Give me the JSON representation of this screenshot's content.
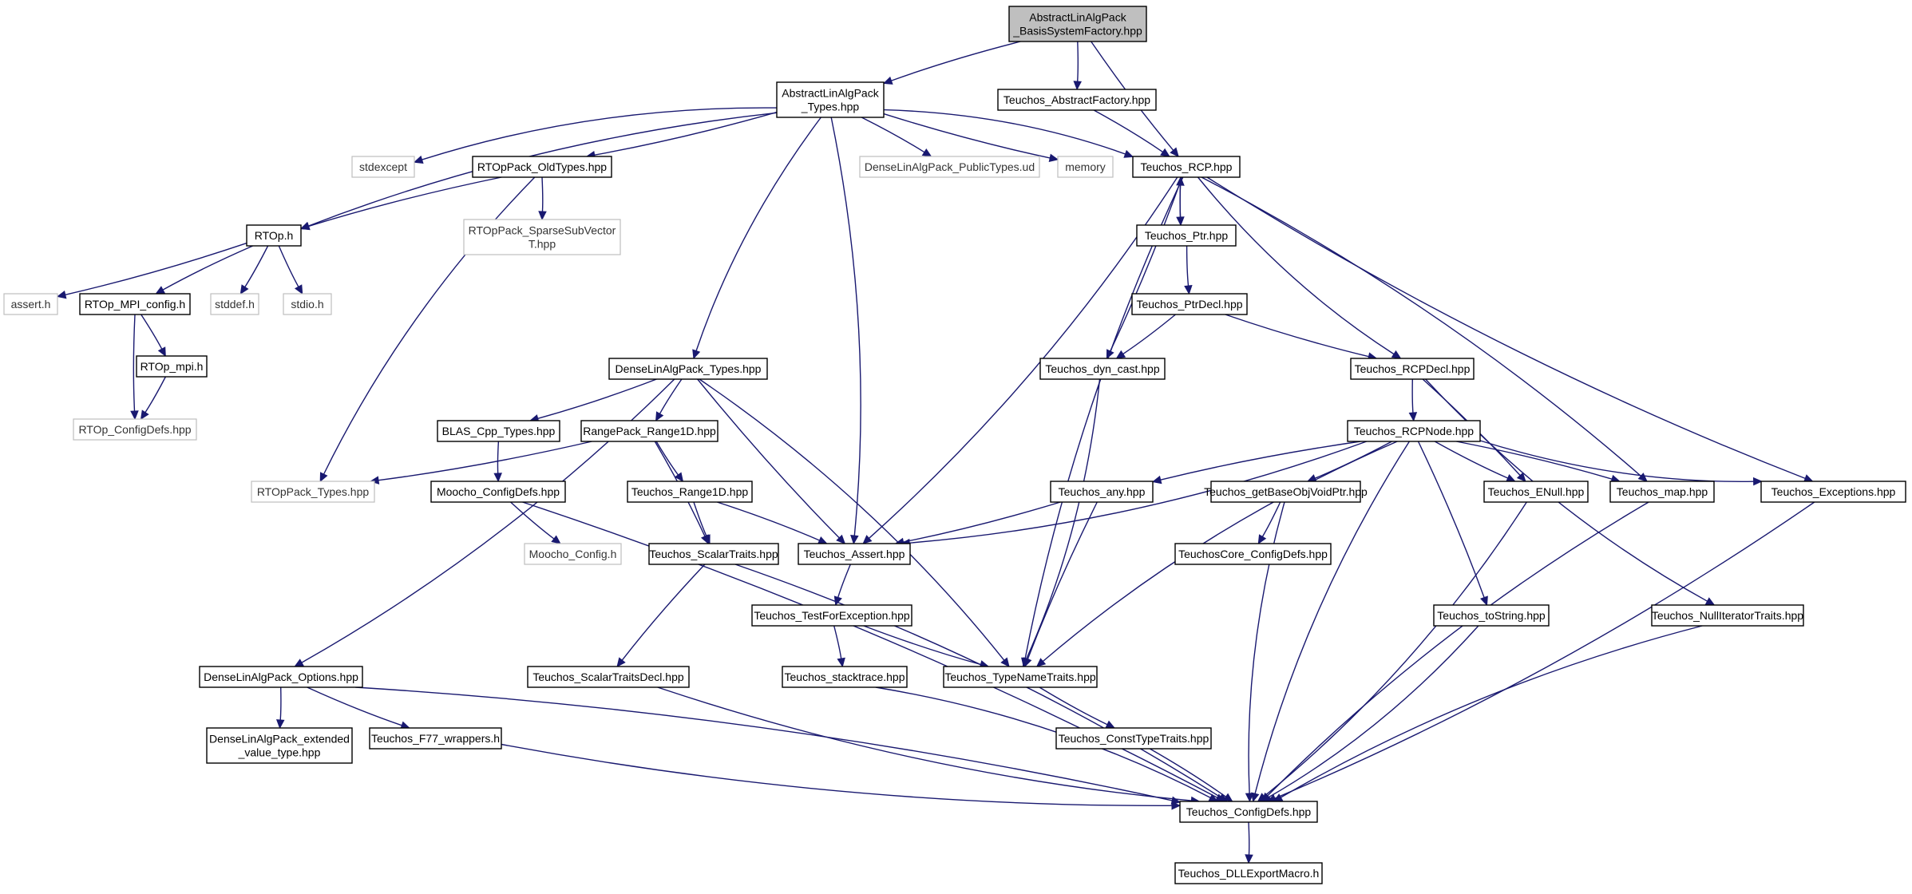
{
  "diagram": {
    "colors": {
      "edge": "#191970",
      "root_fill": "#bfbfbf",
      "external_border": "#bfbfbf"
    },
    "nodes": [
      {
        "id": "root",
        "label": [
          "AbstractLinAlgPack",
          "_BasisSystemFactory.hpp"
        ],
        "kind": "root"
      },
      {
        "id": "alap_types",
        "label": [
          "AbstractLinAlgPack",
          "_Types.hpp"
        ],
        "kind": "file"
      },
      {
        "id": "t_abstractfactory",
        "label": [
          "Teuchos_AbstractFactory.hpp"
        ],
        "kind": "file"
      },
      {
        "id": "stdexcept",
        "label": [
          "stdexcept"
        ],
        "kind": "external"
      },
      {
        "id": "rtop_oldtypes",
        "label": [
          "RTOpPack_OldTypes.hpp"
        ],
        "kind": "file"
      },
      {
        "id": "dlap_publictypes",
        "label": [
          "DenseLinAlgPack_PublicTypes.ud"
        ],
        "kind": "external"
      },
      {
        "id": "memory",
        "label": [
          "memory"
        ],
        "kind": "external"
      },
      {
        "id": "t_rcp",
        "label": [
          "Teuchos_RCP.hpp"
        ],
        "kind": "file"
      },
      {
        "id": "rtop_h",
        "label": [
          "RTOp.h"
        ],
        "kind": "file"
      },
      {
        "id": "rtop_sparse",
        "label": [
          "RTOpPack_SparseSubVector",
          "T.hpp"
        ],
        "kind": "external"
      },
      {
        "id": "t_ptr",
        "label": [
          "Teuchos_Ptr.hpp"
        ],
        "kind": "file"
      },
      {
        "id": "assert_h",
        "label": [
          "assert.h"
        ],
        "kind": "external"
      },
      {
        "id": "rtop_mpi_config",
        "label": [
          "RTOp_MPI_config.h"
        ],
        "kind": "file"
      },
      {
        "id": "stddef",
        "label": [
          "stddef.h"
        ],
        "kind": "external"
      },
      {
        "id": "stdio",
        "label": [
          "stdio.h"
        ],
        "kind": "external"
      },
      {
        "id": "t_ptrdecl",
        "label": [
          "Teuchos_PtrDecl.hpp"
        ],
        "kind": "file"
      },
      {
        "id": "rtop_mpi",
        "label": [
          "RTOp_mpi.h"
        ],
        "kind": "file"
      },
      {
        "id": "dlap_types",
        "label": [
          "DenseLinAlgPack_Types.hpp"
        ],
        "kind": "file"
      },
      {
        "id": "t_dyncast",
        "label": [
          "Teuchos_dyn_cast.hpp"
        ],
        "kind": "file"
      },
      {
        "id": "t_rcpdecl",
        "label": [
          "Teuchos_RCPDecl.hpp"
        ],
        "kind": "file"
      },
      {
        "id": "rtop_configdefs",
        "label": [
          "RTOp_ConfigDefs.hpp"
        ],
        "kind": "external"
      },
      {
        "id": "blas_cpp",
        "label": [
          "BLAS_Cpp_Types.hpp"
        ],
        "kind": "file"
      },
      {
        "id": "rp_range1d",
        "label": [
          "RangePack_Range1D.hpp"
        ],
        "kind": "file"
      },
      {
        "id": "t_rcpnode",
        "label": [
          "Teuchos_RCPNode.hpp"
        ],
        "kind": "file"
      },
      {
        "id": "rtoppack_types",
        "label": [
          "RTOpPack_Types.hpp"
        ],
        "kind": "external"
      },
      {
        "id": "moocho_configdefs",
        "label": [
          "Moocho_ConfigDefs.hpp"
        ],
        "kind": "file"
      },
      {
        "id": "t_range1d",
        "label": [
          "Teuchos_Range1D.hpp"
        ],
        "kind": "file"
      },
      {
        "id": "t_any",
        "label": [
          "Teuchos_any.hpp"
        ],
        "kind": "file"
      },
      {
        "id": "t_getbase",
        "label": [
          "Teuchos_getBaseObjVoidPtr.hpp"
        ],
        "kind": "file"
      },
      {
        "id": "t_enull",
        "label": [
          "Teuchos_ENull.hpp"
        ],
        "kind": "file"
      },
      {
        "id": "t_map",
        "label": [
          "Teuchos_map.hpp"
        ],
        "kind": "file"
      },
      {
        "id": "t_exceptions",
        "label": [
          "Teuchos_Exceptions.hpp"
        ],
        "kind": "file"
      },
      {
        "id": "moocho_config",
        "label": [
          "Moocho_Config.h"
        ],
        "kind": "external"
      },
      {
        "id": "t_scalartraits",
        "label": [
          "Teuchos_ScalarTraits.hpp"
        ],
        "kind": "file"
      },
      {
        "id": "t_assert",
        "label": [
          "Teuchos_Assert.hpp"
        ],
        "kind": "file"
      },
      {
        "id": "tcore_configdefs",
        "label": [
          "TeuchosCore_ConfigDefs.hpp"
        ],
        "kind": "file"
      },
      {
        "id": "t_testforexc",
        "label": [
          "Teuchos_TestForException.hpp"
        ],
        "kind": "file"
      },
      {
        "id": "t_tostring",
        "label": [
          "Teuchos_toString.hpp"
        ],
        "kind": "file"
      },
      {
        "id": "t_nulliter",
        "label": [
          "Teuchos_NullIteratorTraits.hpp"
        ],
        "kind": "file"
      },
      {
        "id": "dlap_options",
        "label": [
          "DenseLinAlgPack_Options.hpp"
        ],
        "kind": "file"
      },
      {
        "id": "t_scalartraitsdecl",
        "label": [
          "Teuchos_ScalarTraitsDecl.hpp"
        ],
        "kind": "file"
      },
      {
        "id": "t_stacktrace",
        "label": [
          "Teuchos_stacktrace.hpp"
        ],
        "kind": "file"
      },
      {
        "id": "t_typenametraits",
        "label": [
          "Teuchos_TypeNameTraits.hpp"
        ],
        "kind": "file"
      },
      {
        "id": "dlap_extended",
        "label": [
          "DenseLinAlgPack_extended",
          "_value_type.hpp"
        ],
        "kind": "file"
      },
      {
        "id": "t_f77",
        "label": [
          "Teuchos_F77_wrappers.h"
        ],
        "kind": "file"
      },
      {
        "id": "t_consttypetraits",
        "label": [
          "Teuchos_ConstTypeTraits.hpp"
        ],
        "kind": "file"
      },
      {
        "id": "t_configdefs",
        "label": [
          "Teuchos_ConfigDefs.hpp"
        ],
        "kind": "file"
      },
      {
        "id": "t_dllexport",
        "label": [
          "Teuchos_DLLExportMacro.h"
        ],
        "kind": "file"
      }
    ],
    "edges": [
      [
        "root",
        "alap_types"
      ],
      [
        "root",
        "t_abstractfactory"
      ],
      [
        "root",
        "t_rcp"
      ],
      [
        "t_abstractfactory",
        "t_rcp"
      ],
      [
        "alap_types",
        "stdexcept"
      ],
      [
        "alap_types",
        "rtop_oldtypes"
      ],
      [
        "alap_types",
        "rtop_h"
      ],
      [
        "alap_types",
        "dlap_publictypes"
      ],
      [
        "alap_types",
        "memory"
      ],
      [
        "alap_types",
        "t_rcp"
      ],
      [
        "alap_types",
        "dlap_types"
      ],
      [
        "alap_types",
        "t_assert"
      ],
      [
        "rtop_oldtypes",
        "rtop_h"
      ],
      [
        "rtop_oldtypes",
        "rtop_sparse"
      ],
      [
        "rtop_oldtypes",
        "rtoppack_types"
      ],
      [
        "rtop_h",
        "assert_h"
      ],
      [
        "rtop_h",
        "rtop_mpi_config"
      ],
      [
        "rtop_h",
        "stddef"
      ],
      [
        "rtop_h",
        "stdio"
      ],
      [
        "rtop_mpi_config",
        "rtop_mpi"
      ],
      [
        "rtop_mpi_config",
        "rtop_configdefs"
      ],
      [
        "rtop_mpi",
        "rtop_configdefs"
      ],
      [
        "t_rcp",
        "t_ptr"
      ],
      [
        "t_ptr",
        "t_rcp"
      ],
      [
        "t_ptr",
        "t_ptrdecl"
      ],
      [
        "t_rcp",
        "t_dyncast"
      ],
      [
        "t_rcp",
        "t_rcpdecl"
      ],
      [
        "t_rcp",
        "t_assert"
      ],
      [
        "t_rcp",
        "t_typenametraits"
      ],
      [
        "t_rcp",
        "t_map"
      ],
      [
        "t_rcp",
        "t_exceptions"
      ],
      [
        "t_ptrdecl",
        "t_dyncast"
      ],
      [
        "t_ptrdecl",
        "t_rcpdecl"
      ],
      [
        "t_dyncast",
        "t_typenametraits"
      ],
      [
        "t_rcpdecl",
        "t_rcpnode"
      ],
      [
        "t_rcpdecl",
        "t_enull"
      ],
      [
        "t_rcpdecl",
        "t_nulliter"
      ],
      [
        "dlap_types",
        "blas_cpp"
      ],
      [
        "dlap_types",
        "rp_range1d"
      ],
      [
        "dlap_types",
        "dlap_options"
      ],
      [
        "dlap_types",
        "t_assert"
      ],
      [
        "dlap_types",
        "t_typenametraits"
      ],
      [
        "blas_cpp",
        "moocho_configdefs"
      ],
      [
        "rp_range1d",
        "rtoppack_types"
      ],
      [
        "rp_range1d",
        "t_range1d"
      ],
      [
        "rp_range1d",
        "t_scalartraits"
      ],
      [
        "moocho_configdefs",
        "moocho_config"
      ],
      [
        "moocho_configdefs",
        "t_configdefs"
      ],
      [
        "t_range1d",
        "t_scalartraits"
      ],
      [
        "t_range1d",
        "t_assert"
      ],
      [
        "t_rcpnode",
        "t_any"
      ],
      [
        "t_rcpnode",
        "t_getbase"
      ],
      [
        "t_rcpnode",
        "t_enull"
      ],
      [
        "t_rcpnode",
        "t_map"
      ],
      [
        "t_rcpnode",
        "t_exceptions"
      ],
      [
        "t_rcpnode",
        "t_assert"
      ],
      [
        "t_rcpnode",
        "t_typenametraits"
      ],
      [
        "t_rcpnode",
        "t_tostring"
      ],
      [
        "t_rcpnode",
        "t_configdefs"
      ],
      [
        "t_any",
        "t_assert"
      ],
      [
        "t_any",
        "t_typenametraits"
      ],
      [
        "t_getbase",
        "tcore_configdefs"
      ],
      [
        "t_getbase",
        "t_configdefs"
      ],
      [
        "t_enull",
        "t_configdefs"
      ],
      [
        "t_map",
        "t_configdefs"
      ],
      [
        "t_exceptions",
        "t_configdefs"
      ],
      [
        "t_scalartraits",
        "t_scalartraitsdecl"
      ],
      [
        "t_scalartraits",
        "t_configdefs"
      ],
      [
        "t_assert",
        "t_testforexc"
      ],
      [
        "t_testforexc",
        "t_stacktrace"
      ],
      [
        "t_testforexc",
        "t_typenametraits"
      ],
      [
        "t_tostring",
        "t_configdefs"
      ],
      [
        "t_nulliter",
        "t_configdefs"
      ],
      [
        "dlap_options",
        "dlap_extended"
      ],
      [
        "dlap_options",
        "t_f77"
      ],
      [
        "dlap_options",
        "t_configdefs"
      ],
      [
        "t_scalartraitsdecl",
        "t_configdefs"
      ],
      [
        "t_stacktrace",
        "t_configdefs"
      ],
      [
        "t_typenametraits",
        "t_consttypetraits"
      ],
      [
        "t_consttypetraits",
        "t_configdefs"
      ],
      [
        "t_f77",
        "t_configdefs"
      ],
      [
        "t_configdefs",
        "t_dllexport"
      ]
    ]
  }
}
